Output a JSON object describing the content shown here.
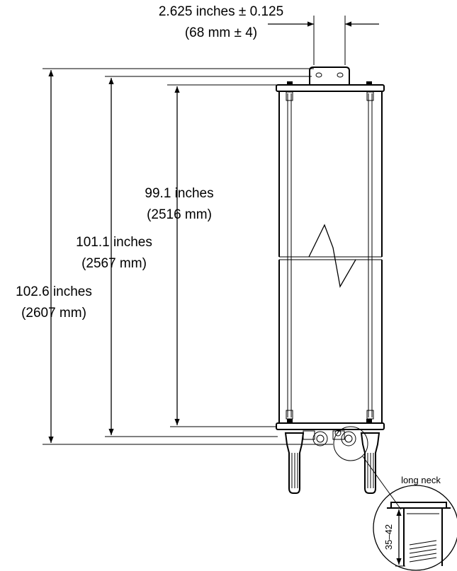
{
  "width_dimension": {
    "line1": "2.625 inches ± 0.125",
    "line2": "(68 mm ± 4)"
  },
  "height_dimensions": [
    {
      "inches": "99.1 inches",
      "mm": "(2516 mm)"
    },
    {
      "inches": "101.1 inches",
      "mm": "(2567 mm)"
    },
    {
      "inches": "102.6 inches",
      "mm": "(2607 mm)"
    }
  ],
  "callout": {
    "title": "long neck",
    "range": "35–42"
  }
}
